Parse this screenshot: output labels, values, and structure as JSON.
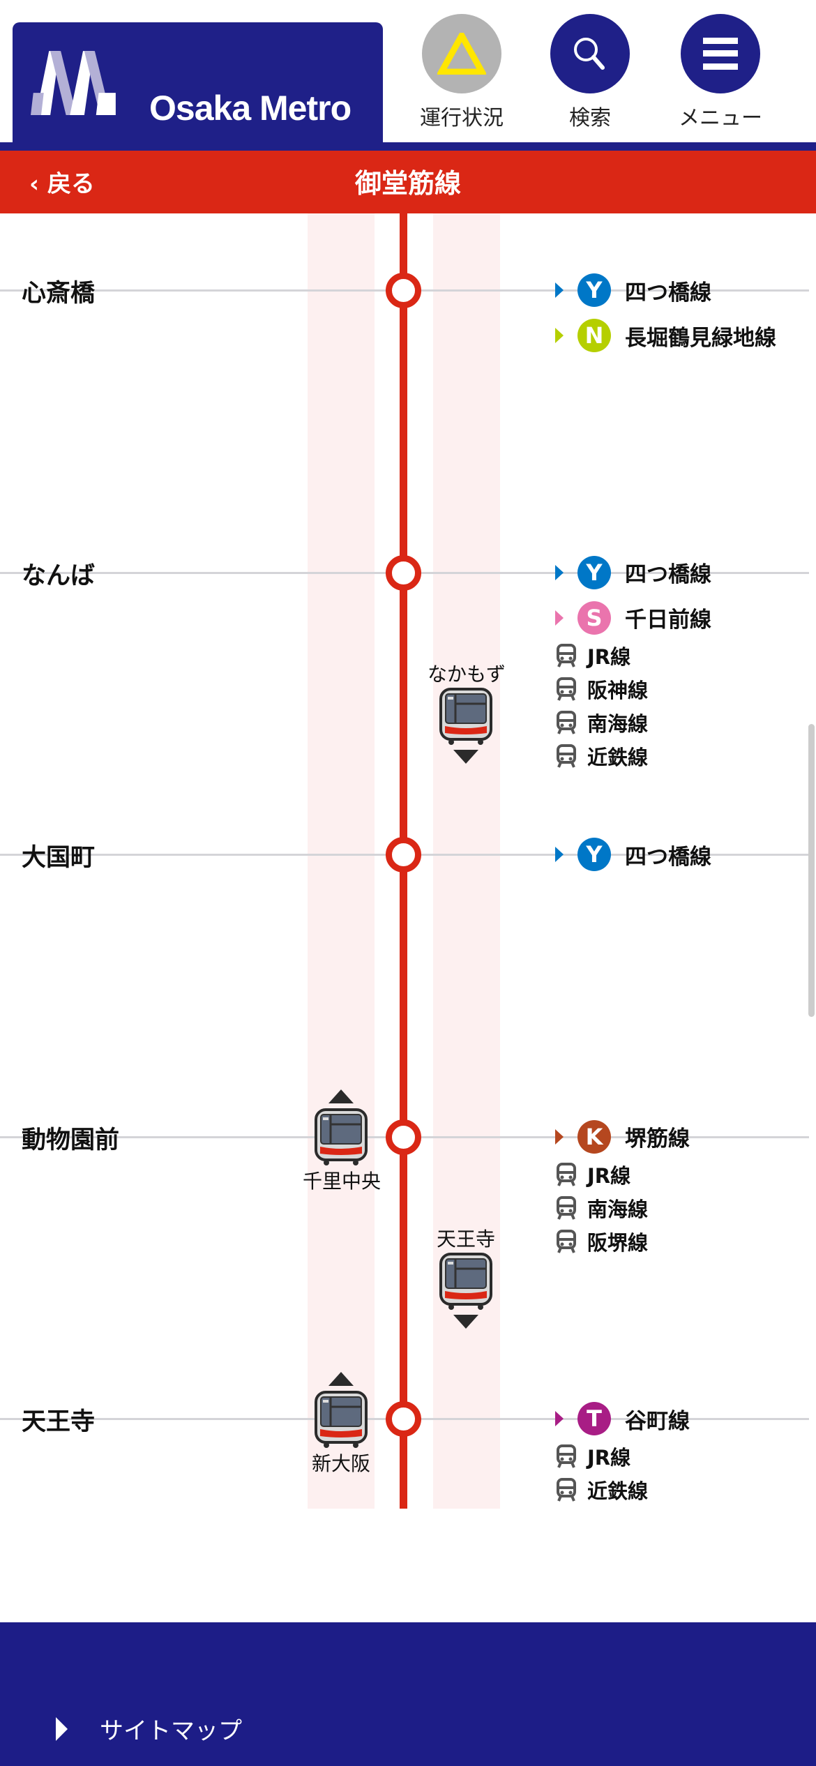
{
  "header": {
    "logo_text": "Osaka Metro",
    "buttons": [
      {
        "label": "運行状況",
        "icon": "warning-triangle-icon"
      },
      {
        "label": "検索",
        "icon": "search-icon"
      },
      {
        "label": "メニュー",
        "icon": "menu-icon"
      }
    ]
  },
  "titlebar": {
    "back_label": "戻る",
    "title": "御堂筋線"
  },
  "colors": {
    "navy": "#1f2088",
    "line_red": "#da2715"
  },
  "stations": [
    {
      "name": "心斎橋",
      "subway": [
        {
          "code": "Y",
          "name": "四つ橋線",
          "color": "#0077c7"
        },
        {
          "code": "N",
          "name": "長堀鶴見緑地線",
          "color": "#b5cf00"
        }
      ],
      "rail": []
    },
    {
      "name": "なんば",
      "subway": [
        {
          "code": "Y",
          "name": "四つ橋線",
          "color": "#0077c7"
        },
        {
          "code": "S",
          "name": "千日前線",
          "color": "#ea74ad"
        }
      ],
      "rail": [
        "JR線",
        "阪神線",
        "南海線",
        "近鉄線"
      ]
    },
    {
      "name": "大国町",
      "subway": [
        {
          "code": "Y",
          "name": "四つ橋線",
          "color": "#0077c7"
        }
      ],
      "rail": []
    },
    {
      "name": "動物園前",
      "subway": [
        {
          "code": "K",
          "name": "堺筋線",
          "color": "#b5471f"
        }
      ],
      "rail": [
        "JR線",
        "南海線",
        "阪堺線"
      ]
    },
    {
      "name": "天王寺",
      "subway": [
        {
          "code": "T",
          "name": "谷町線",
          "color": "#a81d85"
        }
      ],
      "rail": [
        "JR線",
        "近鉄線"
      ]
    }
  ],
  "trains": [
    {
      "destination": "なかもず",
      "direction": "down"
    },
    {
      "destination": "千里中央",
      "direction": "up"
    },
    {
      "destination": "天王寺",
      "direction": "down"
    },
    {
      "destination": "新大阪",
      "direction": "up"
    }
  ],
  "footer": {
    "sitemap_label": "サイトマップ"
  }
}
